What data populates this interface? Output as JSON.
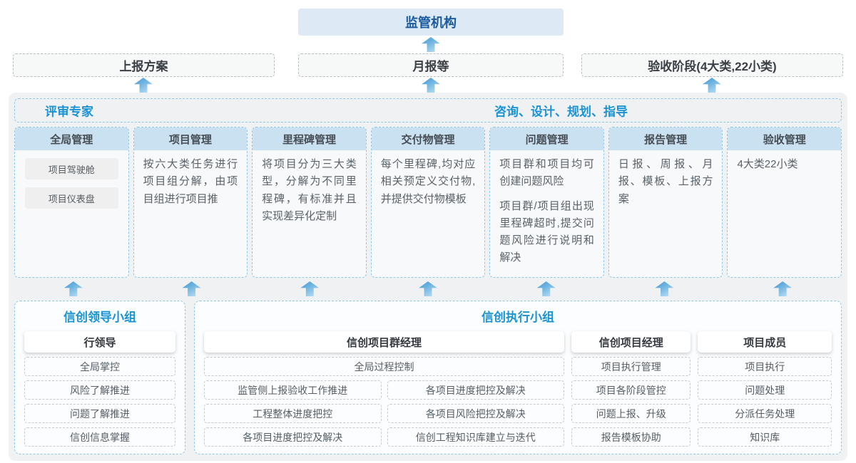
{
  "colors": {
    "title_blue": "#1b93d3",
    "regulator_text": "#1a5a9e",
    "regulator_bg": "#dde9f5",
    "column_header_bg": "#c9e1f1",
    "dashed_border_blue": "#8fc6e9",
    "dashed_border_gray": "#c6cacd",
    "arrow_blue": "#3e96d2"
  },
  "top": {
    "regulator": "监管机构",
    "reports": [
      "上报方案",
      "月报等",
      "验收阶段(4大类,22小类)"
    ]
  },
  "main": {
    "left_header": "评审专家",
    "right_header": "咨询、设计、规划、指导",
    "columns": [
      {
        "title": "全局管理",
        "pills": [
          "项目驾驶舱",
          "项目仪表盘"
        ]
      },
      {
        "title": "项目管理",
        "text": "按六大类任务进行项目组分解，由项目组进行项目推"
      },
      {
        "title": "里程碑管理",
        "text": "将项目分为三大类型，分解为不同里程碑，有标准并且实现差异化定制"
      },
      {
        "title": "交付物管理",
        "text": "每个里程碑,均对应相关预定义交付物,并提供交付物模板"
      },
      {
        "title": "问题管理",
        "paragraphs": [
          "项目群和项目均可创建问题风险",
          "项目群/项目组出现里程碑超时,提交问题风险进行说明和解决"
        ]
      },
      {
        "title": "报告管理",
        "text": "日报、周报、月报、模板、上报方案"
      },
      {
        "title": "验收管理",
        "text": "4大类22小类"
      }
    ]
  },
  "bottom": {
    "lead_group": {
      "title": "信创领导小组",
      "role": "行领导",
      "items": [
        "全局掌控",
        "风险了解推进",
        "问题了解推进",
        "信创信息掌握"
      ]
    },
    "exec_group": {
      "title": "信创执行小组",
      "pmg": {
        "role": "信创项目群经理",
        "full_item": "全局过程控制",
        "left_items": [
          "监管侧上报验收工作推进",
          "工程整体进度把控",
          "各项目进度把控及解决"
        ],
        "right_items": [
          "各项目进度把控及解决",
          "各项目风险把控及解决",
          "信创工程知识库建立与迭代"
        ]
      },
      "pm": {
        "role": "信创项目经理",
        "items": [
          "项目执行管理",
          "项目各阶段管控",
          "问题上报、升级",
          "报告模板协助"
        ]
      },
      "member": {
        "role": "项目成员",
        "items": [
          "项目执行",
          "问题处理",
          "分派任务处理",
          "知识库"
        ]
      }
    }
  }
}
